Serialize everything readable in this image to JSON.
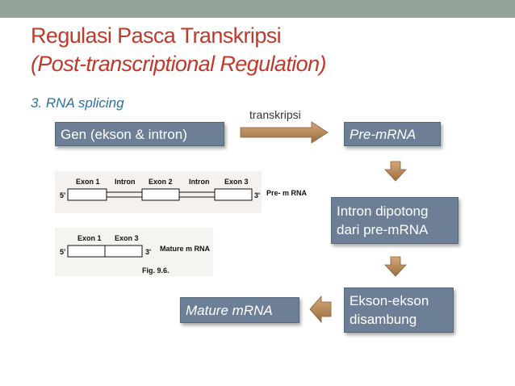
{
  "slide": {
    "title_line1": "Regulasi Pasca Transkripsi",
    "title_line2": "(Post-transcriptional Regulation)",
    "subtitle": "3. RNA splicing"
  },
  "flow": {
    "gene_box": "Gen (ekson & intron)",
    "arrow_label": "transkripsi",
    "premrna_box": "Pre-mRNA",
    "intron_box_line1": "Intron dipotong",
    "intron_box_line2": "dari pre-mRNA",
    "exon_box_line1": "Ekson-ekson",
    "exon_box_line2": "disambung",
    "mature_box": "Mature mRNA"
  },
  "figure": {
    "exon1": "Exon 1",
    "intron_a": "Intron",
    "exon2": "Exon 2",
    "intron_b": "Intron",
    "exon3": "Exon 3",
    "five_prime": "5'",
    "three_prime": "3'",
    "premrna_label": "Pre- m RNA",
    "m_exon1": "Exon 1",
    "m_exon3": "Exon 3",
    "m_five_prime": "5'",
    "m_three_prime": "3'",
    "mature_label": "Mature m RNA",
    "fig_caption": "Fig. 9.6."
  },
  "colors": {
    "title": "#c0392b",
    "subtitle": "#2e6fa6",
    "box_fill": "#6d7f96",
    "arrow_fill": "#b5885a",
    "top_bar": "#93a59b"
  }
}
